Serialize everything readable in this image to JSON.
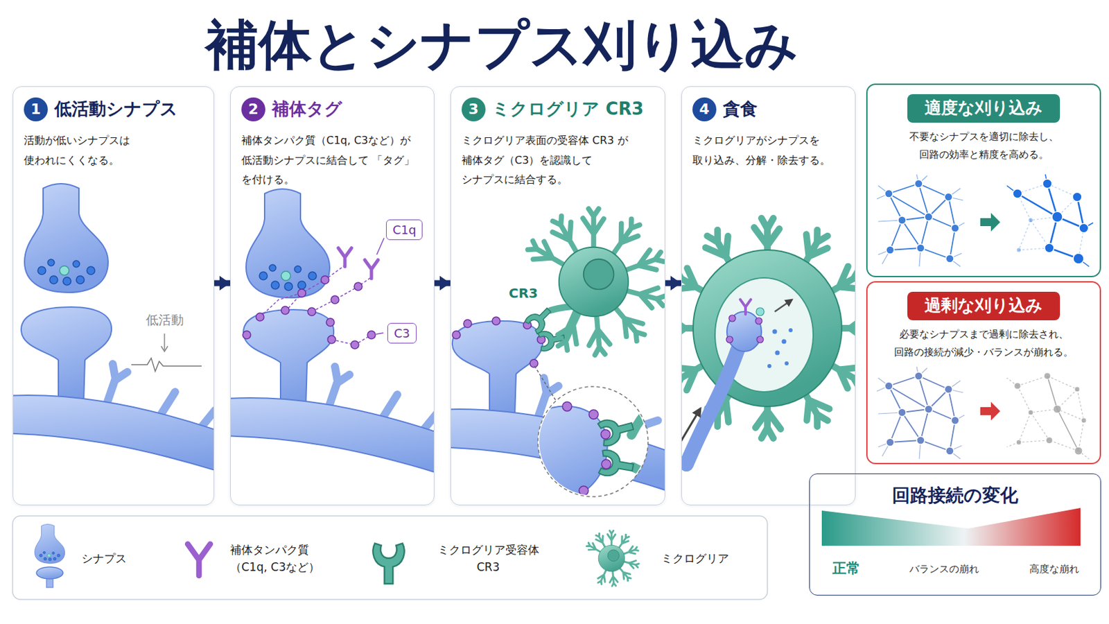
{
  "diagram": {
    "title": "補体とシナプス刈り込み",
    "nodes": [
      {
        "text": [
          "1",
          "低活動シナプス",
          "活動が低いシナプスは 使われにくくなる。"
        ]
      },
      {
        "text": [
          "2",
          "補体タグ",
          "補体タンパク質（C1q, C3など）が 低活動シナプスに結合して 「タグ」を付ける。"
        ]
      },
      {
        "text": [
          "C1q"
        ],
        "in": 1
      },
      {
        "text": [
          "C3"
        ],
        "in": 1
      },
      {
        "text": [
          "3",
          "ミクログリア CR3",
          "ミクログリア表面の受容体 CR3 が 補体タグ（C3）を認識して シナプスに結合する。"
        ]
      },
      {
        "text": [
          "4",
          "貪食",
          "ミクログリアがシナプスを 取り込み、分解・除去する。"
        ]
      },
      {
        "text": [
          "適度な刈り込み",
          "不要なシナプスを適切に除去し、 回路の効率と精度を高める。"
        ]
      },
      {
        "text": [
          "過剰な刈り込み",
          "必要なシナプスまで過剰に除去され、 回路の接続が減少・バランスが崩れる。"
        ]
      },
      {
        "text": [
          "回路接続の変化"
        ]
      }
    ],
    "edges": [
      {
        "from": 0,
        "to": 1,
        "arrow": "to"
      },
      {
        "from": 1,
        "to": 4,
        "arrow": "to"
      },
      {
        "from": 4,
        "to": 5,
        "arrow": "to"
      }
    ],
    "labels": [
      "低活動",
      "CR3",
      "正常",
      "バランスの崩れ",
      "高度な崩れ"
    ],
    "legend": [
      {
        "text": "シナプス"
      },
      {
        "text": "補体タンパク質 （C1q, C3など）"
      },
      {
        "text": "ミクログリア受容体 CR3"
      },
      {
        "text": "ミクログリア"
      }
    ]
  }
}
